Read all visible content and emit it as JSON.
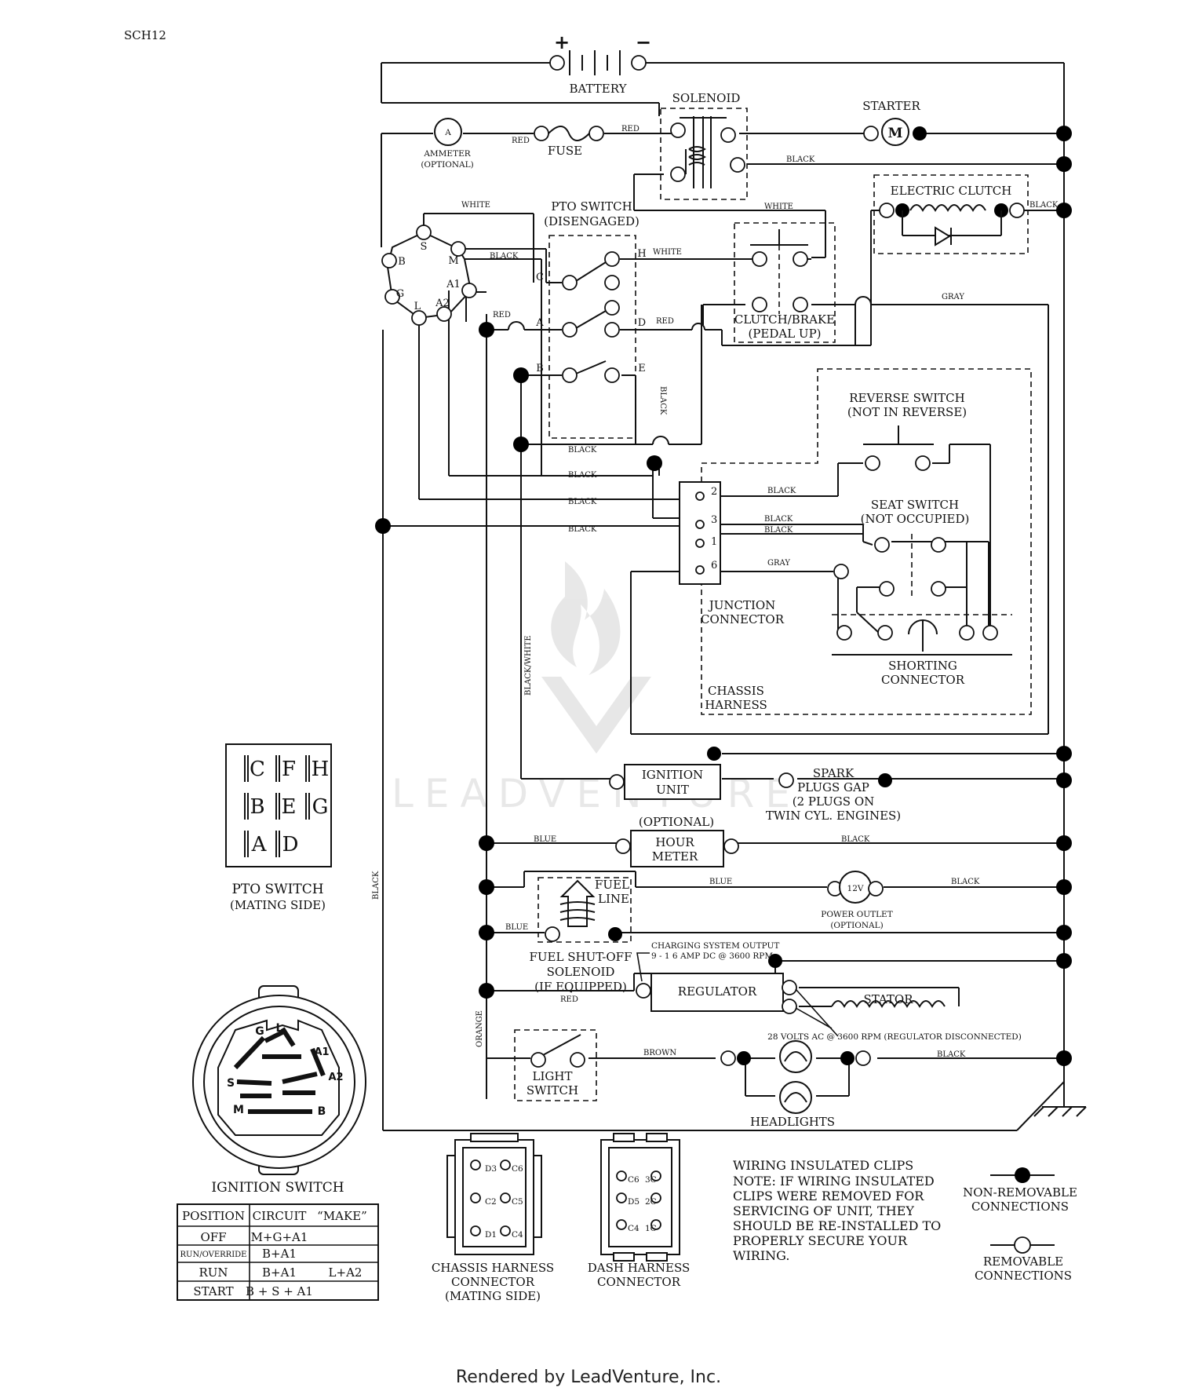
{
  "sheet_id": "SCH12",
  "battery": {
    "label": "BATTERY",
    "plus": "+",
    "minus": "−"
  },
  "solenoid": {
    "label": "SOLENOID"
  },
  "starter": {
    "label": "STARTER",
    "symbol": "M"
  },
  "ammeter": {
    "label": "AMMETER",
    "sub": "(OPTIONAL)",
    "symbol": "A"
  },
  "fuse": {
    "label": "FUSE"
  },
  "pto_switch": {
    "title": "PTO SWITCH",
    "state": "(DISENGAGED)",
    "terminals": [
      "C",
      "H",
      "A",
      "D",
      "B",
      "E"
    ]
  },
  "clutch_brake": {
    "label": "CLUTCH/BRAKE",
    "state": "(PEDAL UP)"
  },
  "electric_clutch": {
    "label": "ELECTRIC CLUTCH"
  },
  "ignition_terminals": [
    "S",
    "B",
    "M",
    "A1",
    "G",
    "L",
    "A2"
  ],
  "reverse_switch": {
    "label": "REVERSE SWITCH",
    "state": "(NOT IN REVERSE)"
  },
  "seat_switch": {
    "label": "SEAT SWITCH",
    "state": "(NOT OCCUPIED)"
  },
  "junction_connector": {
    "label1": "JUNCTION",
    "label2": "CONNECTOR",
    "pins": [
      "2",
      "3",
      "1",
      "6"
    ]
  },
  "shorting_connector": {
    "label1": "SHORTING",
    "label2": "CONNECTOR"
  },
  "chassis_harness": {
    "label1": "CHASSIS",
    "label2": "HARNESS"
  },
  "ignition_unit": {
    "label1": "IGNITION",
    "label2": "UNIT"
  },
  "spark_plugs": {
    "l1": "SPARK",
    "l2": "PLUGS GAP",
    "l3": "(2 PLUGS ON",
    "l4": "TWIN CYL. ENGINES)"
  },
  "hour_meter": {
    "optional": "(OPTIONAL)",
    "l1": "HOUR",
    "l2": "METER"
  },
  "fuel_line": {
    "l1": "FUEL",
    "l2": "LINE"
  },
  "power_outlet": {
    "symbol": "12V",
    "label": "POWER OUTLET",
    "sub": "(OPTIONAL)"
  },
  "fuel_solenoid": {
    "l1": "FUEL SHUT-OFF",
    "l2": "SOLENOID",
    "l3": "(IF EQUIPPED)"
  },
  "charging": {
    "l1": "CHARGING SYSTEM OUTPUT",
    "l2": "9 - 1 6 AMP DC @ 3600 RPM"
  },
  "regulator": {
    "label": "REGULATOR"
  },
  "stator": {
    "label": "STATOR",
    "note": "28 VOLTS AC @ 3600 RPM (REGULATOR DISCONNECTED)"
  },
  "light_switch": {
    "l1": "LIGHT",
    "l2": "SWITCH"
  },
  "headlights": {
    "label": "HEADLIGHTS"
  },
  "wire_colors": {
    "red": "RED",
    "black": "BLACK",
    "white": "WHITE",
    "gray": "GRAY",
    "blue": "BLUE",
    "brown": "BROWN",
    "orange": "ORANGE",
    "black_white": "BLACK/WHITE"
  },
  "pto_mating": {
    "title": "PTO SWITCH",
    "sub": "(MATING SIDE)",
    "rows": [
      [
        "C",
        "F",
        "H"
      ],
      [
        "B",
        "E",
        "G"
      ],
      [
        "A",
        "D"
      ]
    ]
  },
  "ignition_switch": {
    "title": "IGNITION SWITCH",
    "face_labels": [
      "G",
      "L",
      "A1",
      "A2",
      "S",
      "M",
      "B"
    ],
    "table_headers": [
      "POSITION",
      "CIRCUIT",
      "“MAKE”"
    ],
    "table_rows": [
      {
        "position": "OFF",
        "circuit": "M+G+A1",
        "extra": ""
      },
      {
        "position": "RUN/OVERRIDE",
        "circuit": "B+A1",
        "extra": ""
      },
      {
        "position": "RUN",
        "circuit": "B+A1",
        "extra": "L+A2"
      },
      {
        "position": "START",
        "circuit": "B + S + A1",
        "extra": ""
      }
    ]
  },
  "chassis_harness_connector": {
    "l1": "CHASSIS HARNESS",
    "l2": "CONNECTOR",
    "l3": "(MATING SIDE)",
    "pins": [
      "D3",
      "C6",
      "C2",
      "C5",
      "D1",
      "C4"
    ]
  },
  "dash_harness_connector": {
    "l1": "DASH HARNESS",
    "l2": "CONNECTOR",
    "pins": [
      "C6",
      "3C",
      "D5",
      "2C",
      "C4",
      "1C"
    ]
  },
  "wiring_note": {
    "title": "WIRING INSULATED CLIPS",
    "lines": [
      "NOTE:  IF WIRING INSULATED",
      "CLIPS WERE REMOVED FOR",
      "SERVICING OF UNIT, THEY",
      "SHOULD BE RE-INSTALLED TO",
      "PROPERLY SECURE YOUR",
      "WIRING."
    ]
  },
  "legend": {
    "non_removable": [
      "NON-REMOVABLE",
      "CONNECTIONS"
    ],
    "removable": [
      "REMOVABLE",
      "CONNECTIONS"
    ]
  },
  "watermark": "LEADVENTURE",
  "footer": "Rendered by LeadVenture, Inc."
}
